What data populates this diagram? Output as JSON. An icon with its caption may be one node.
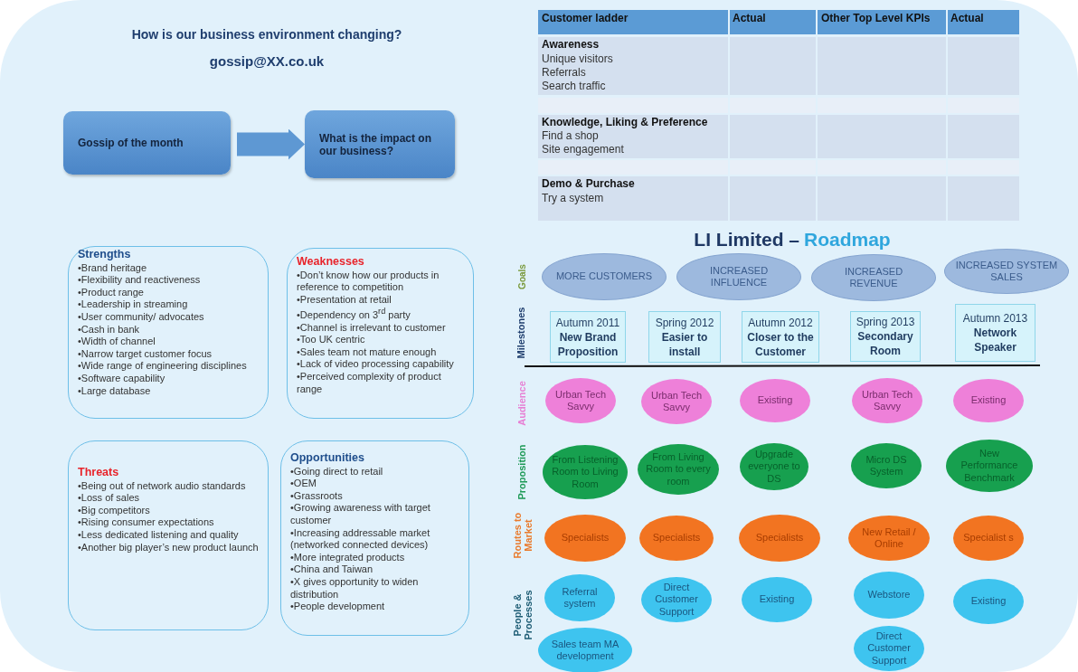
{
  "diagram": {
    "title": "How is our business environment changing?",
    "nodes": [
      {
        "text": [
          "Gossip  of the month"
        ]
      },
      {
        "text": [
          "What is the impact on our business?"
        ]
      },
      {
        "text": [
          "Strengths",
          "•Brand heritage",
          "•Flexibility  and reactiveness",
          "•Product range",
          "•Leadership in streaming",
          "•User community/ advocates",
          "•Cash in bank",
          "•Width of channel",
          "•Narrow target customer focus",
          "•Wide range of engineering disciplines",
          "•Software capability",
          "•Large database"
        ]
      },
      {
        "text": [
          "Weaknesses",
          "•Don’t know how our products in reference to competition",
          "•Presentation at retail",
          "•Dependency on 3$^{rd}$ party",
          "•Channel is irrelevant to customer",
          "•Too UK centric",
          "•Sales team not mature enough",
          "•Lack of video processing capability",
          "•Perceived complexity of product range"
        ]
      },
      {
        "text": [
          "Threats",
          "•Being out of network audio standards",
          "•Loss of sales",
          "•Big competitors",
          "•Rising consumer expectations",
          "•Less dedicated listening and quality",
          "•Another big player’s new product launch"
        ]
      },
      {
        "text": [
          "Opportunities",
          "•Going direct to retail",
          "•OEM",
          "•Grassroots",
          "•Growing awareness with target customer",
          "•Increasing addressable market (networked connected devices)",
          "•More integrated products",
          "•China and Taiwan",
          "•X gives opportunity to widen distribution",
          "•People development"
        ]
      },
      {
        "text": [
          "MORE CUSTOMERS"
        ]
      },
      {
        "text": [
          "INCREASED INFLUENCE"
        ]
      },
      {
        "text": [
          "INCREASED REVENUE"
        ]
      },
      {
        "text": [
          "INCREASED SYSTEM SALES"
        ]
      },
      {
        "text": [
          "Autumn 2011",
          "New Brand Proposition"
        ]
      },
      {
        "text": [
          "Spring 2012",
          "Easier to install"
        ]
      },
      {
        "text": [
          "Autumn 2012",
          "Closer to the Customer"
        ]
      },
      {
        "text": [
          "Spring 2013",
          "Secondary Room"
        ]
      },
      {
        "text": [
          "Autumn 2013",
          "Network Speaker"
        ]
      },
      {
        "text": [
          "Urban Tech Savvy"
        ]
      },
      {
        "text": [
          "Urban Tech Savvy"
        ]
      },
      {
        "text": [
          "Existing"
        ]
      },
      {
        "text": [
          "Urban Tech Savvy"
        ]
      },
      {
        "text": [
          "Existing"
        ]
      },
      {
        "text": [
          "From Listening Room to Living Room"
        ]
      },
      {
        "text": [
          "From Living Room to every room"
        ]
      },
      {
        "text": [
          "Upgrade everyone to DS"
        ]
      },
      {
        "text": [
          "Micro DS System"
        ]
      },
      {
        "text": [
          "New Performance Benchmark"
        ]
      },
      {
        "text": [
          "Specialists"
        ]
      },
      {
        "text": [
          "Specialists"
        ]
      },
      {
        "text": [
          "Specialists"
        ]
      },
      {
        "text": [
          "New Retail / Online"
        ]
      },
      {
        "text": [
          "Specialist s"
        ]
      },
      {
        "text": [
          "Referral system"
        ]
      },
      {
        "text": [
          "Direct Customer Support"
        ]
      },
      {
        "text": [
          "Existing"
        ]
      },
      {
        "text": [
          "Webstore"
        ]
      },
      {
        "text": [
          "Existing"
        ]
      },
      {
        "text": [
          "Sales team MA development"
        ]
      },
      {
        "text": [
          "Direct Customer Support"
        ]
      }
    ],
    "edges": [
      {
        "from": 0,
        "to": 1,
        "arrow": "to"
      }
    ],
    "labels": [
      "gossip@XX.co.uk",
      "Customer ladder",
      "Actual",
      "Other  Top Level KPIs",
      "Actual",
      "Awareness",
      "Unique visitors",
      "Referrals",
      "Search traffic",
      "Knowledge, Liking & Preference",
      "Find a shop",
      "Site engagement",
      "Demo & Purchase",
      "Try a system",
      "LI Limited –",
      "Roadmap",
      "Goals",
      "Milestones",
      "Audience",
      "Proposition",
      "Routes to Market",
      "People & Processes"
    ]
  }
}
